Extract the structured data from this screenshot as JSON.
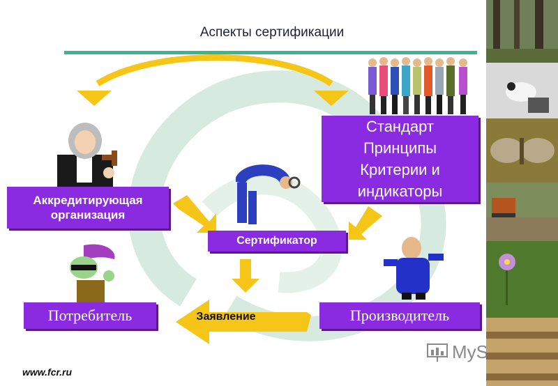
{
  "title": "Аспекты сертификации",
  "boxes": {
    "accreditation_line1": "Аккредитирующая",
    "accreditation_line2": "организация",
    "standard_lines": [
      "Стандарт",
      "Принципы",
      "Критерии и",
      "индикаторы"
    ],
    "certifier": "Сертификатор",
    "consumer": "Потребитель",
    "producer": "Производитель"
  },
  "statement_label": "Заявление",
  "footer_url": "www.fcr.ru",
  "watermark": "MySlide",
  "colors": {
    "box_purple": "#8a2be2",
    "arrow_yellow": "#f5c518",
    "rule_green": "#3cb58e",
    "logo_green": "#d7eadf"
  },
  "icons": [
    "judge-figure-icon",
    "people-group-icon",
    "inspector-figure-icon",
    "consumer-figure-icon",
    "producer-figure-icon",
    "watermark-chart-icon"
  ]
}
